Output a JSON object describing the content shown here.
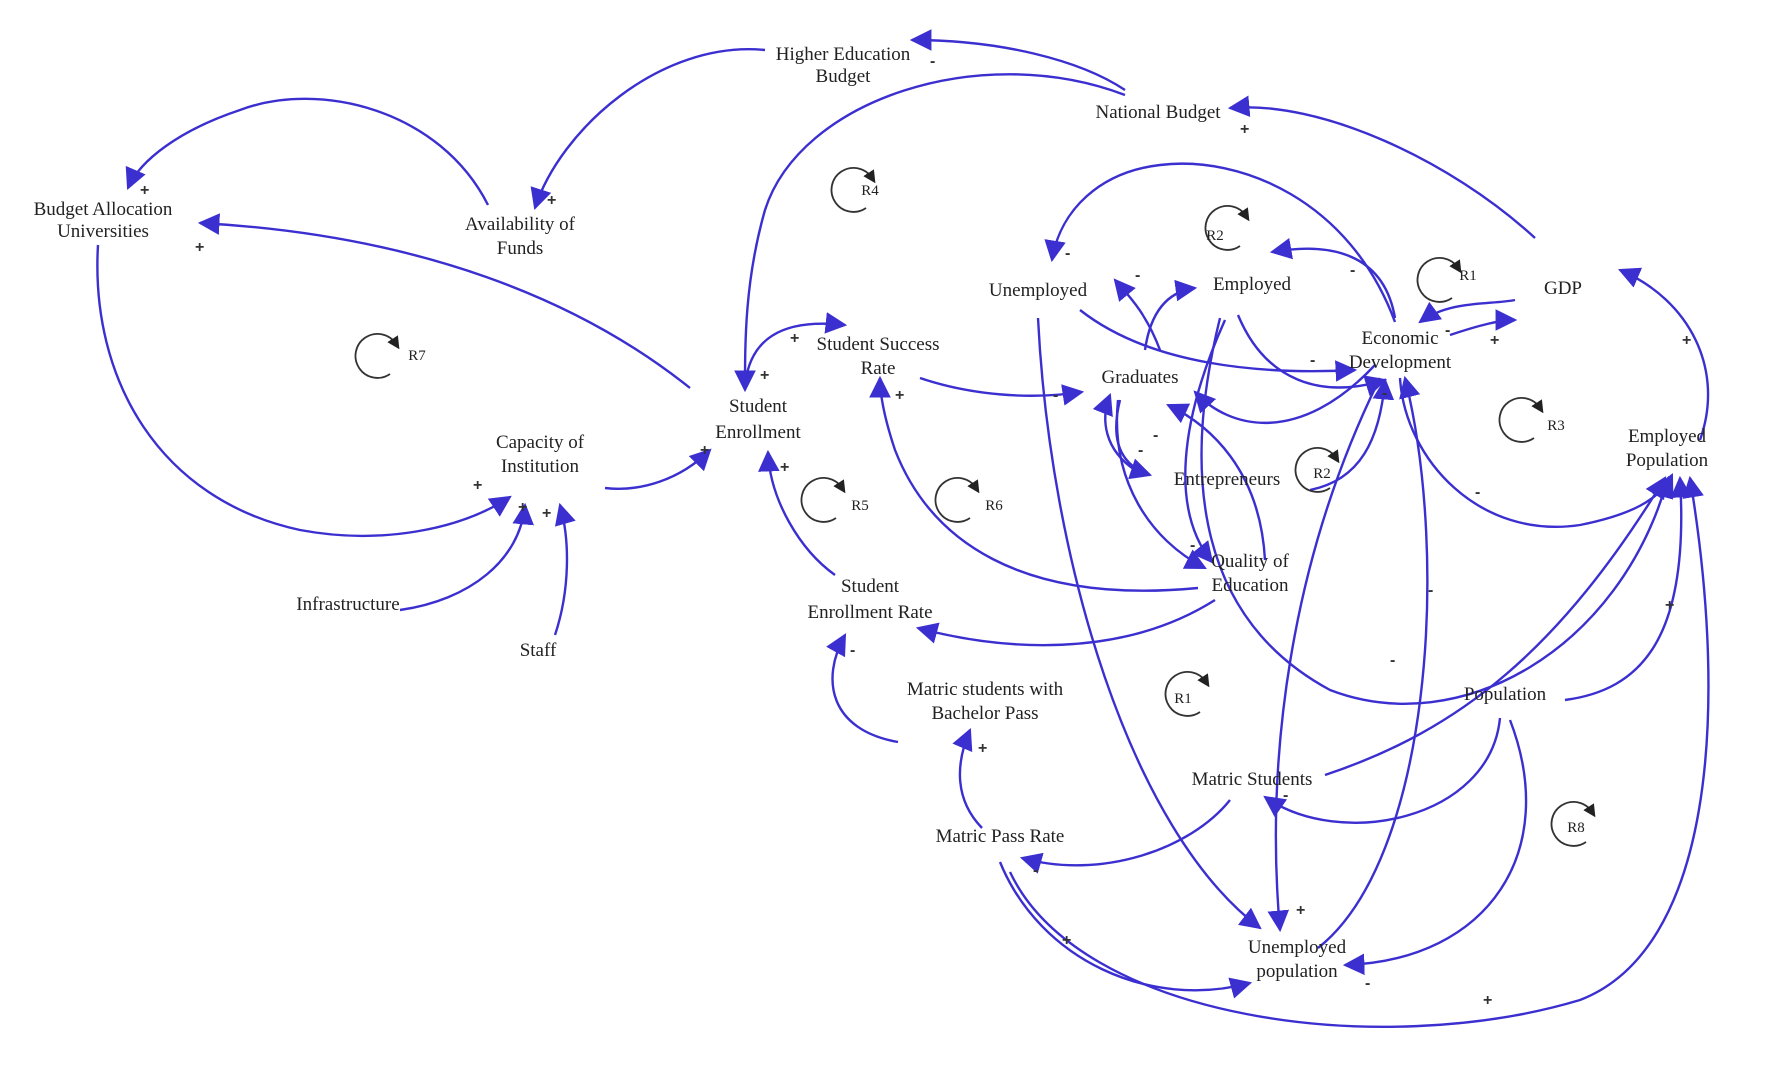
{
  "nodes": [
    {
      "id": "higher-education-budget",
      "lines": [
        "Higher Education",
        "Budget"
      ]
    },
    {
      "id": "national-budget",
      "lines": [
        "National Budget"
      ]
    },
    {
      "id": "budget-allocation-universities",
      "lines": [
        "Budget Allocation",
        "Universities"
      ]
    },
    {
      "id": "availability-of-funds",
      "lines": [
        "Availability of",
        "Funds"
      ]
    },
    {
      "id": "unemployed",
      "lines": [
        "Unemployed"
      ]
    },
    {
      "id": "employed",
      "lines": [
        "Employed"
      ]
    },
    {
      "id": "gdp",
      "lines": [
        "GDP"
      ]
    },
    {
      "id": "economic-development",
      "lines": [
        "Economic",
        "Development"
      ]
    },
    {
      "id": "student-success-rate",
      "lines": [
        "Student Success",
        "Rate"
      ]
    },
    {
      "id": "graduates",
      "lines": [
        "Graduates"
      ]
    },
    {
      "id": "student-enrollment",
      "lines": [
        "Student",
        "Enrollment"
      ]
    },
    {
      "id": "capacity-of-institution",
      "lines": [
        "Capacity of",
        "Institution"
      ]
    },
    {
      "id": "entrepreneurs",
      "lines": [
        "Entrepreneurs"
      ]
    },
    {
      "id": "employed-population",
      "lines": [
        "Employed",
        "Population"
      ]
    },
    {
      "id": "quality-of-education",
      "lines": [
        "Quality of",
        "Education"
      ]
    },
    {
      "id": "infrastructure",
      "lines": [
        "Infrastructure"
      ]
    },
    {
      "id": "staff",
      "lines": [
        "Staff"
      ]
    },
    {
      "id": "student-enrollment-rate",
      "lines": [
        "Student",
        "Enrollment Rate"
      ]
    },
    {
      "id": "matric-students-bachelor-pass",
      "lines": [
        "Matric students with",
        "Bachelor Pass"
      ]
    },
    {
      "id": "population",
      "lines": [
        "Population"
      ]
    },
    {
      "id": "matric-students",
      "lines": [
        "Matric Students"
      ]
    },
    {
      "id": "matric-pass-rate",
      "lines": [
        "Matric Pass Rate"
      ]
    },
    {
      "id": "unemployed-population",
      "lines": [
        "Unemployed",
        "population"
      ]
    }
  ],
  "loops": [
    "R4",
    "R2",
    "R1",
    "R7",
    "R3",
    "R5",
    "R6",
    "R2",
    "R1",
    "R8"
  ],
  "signs": {
    "plus": "+",
    "minus": "-"
  },
  "colors": {
    "link": "#3b2fd0",
    "loop": "#333333",
    "text": "#222222"
  }
}
